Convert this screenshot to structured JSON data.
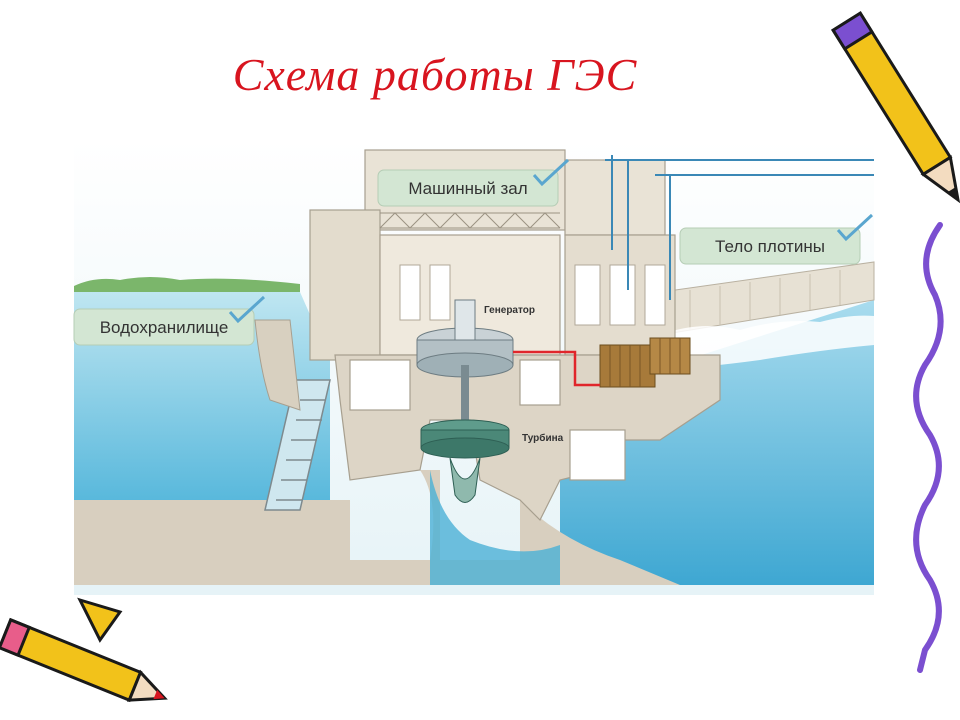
{
  "title": "Схема работы ГЭС",
  "labels": {
    "machine_hall": "Машинный зал",
    "dam_body": "Тело плотины",
    "reservoir": "Водохранилище",
    "generator": "Генератор",
    "turbine": "Турбина"
  },
  "colors": {
    "title": "#d8151f",
    "water": "#6fc2df",
    "concrete": "#ddd5c6",
    "label_box": "#d3e6d3",
    "checkmark": "#5aa6cf",
    "cable": "#e0262b"
  },
  "decorations": [
    "pencil-icon",
    "pencil-icon",
    "squiggle-line"
  ]
}
